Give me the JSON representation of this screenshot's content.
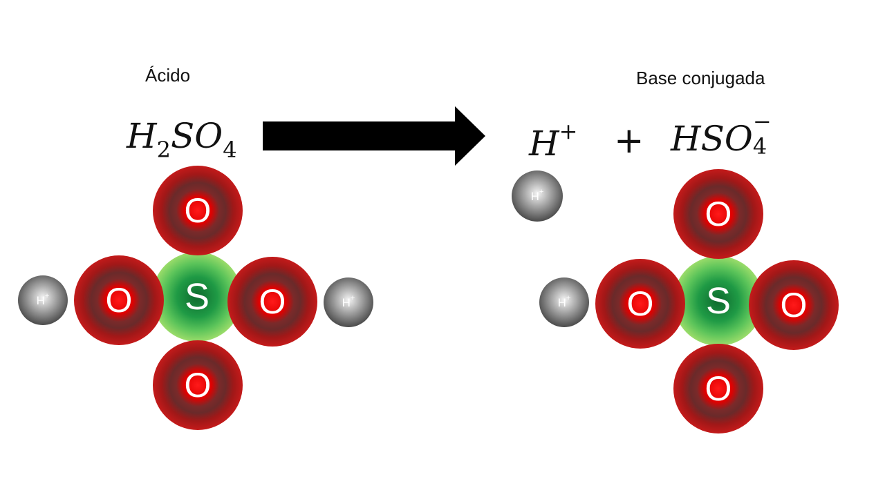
{
  "left": {
    "title": "Ácido",
    "formula": {
      "h": "H",
      "h_sub": "2",
      "s": "S",
      "o": "O",
      "o_sub": "4"
    }
  },
  "right": {
    "title": "Base conjugada",
    "proton": {
      "h": "H",
      "charge": "+"
    },
    "plus": "+",
    "ion": {
      "h": "H",
      "s": "S",
      "o": "O",
      "o_sub": "4",
      "charge": "−"
    }
  },
  "atoms": {
    "oxygen": "O",
    "sulfur": "S",
    "hydrogen": "H",
    "hydrogen_charge": "+"
  },
  "colors": {
    "oxygen_outer": "#b01515",
    "oxygen_ring": "#6e2a2a",
    "oxygen_core": "#e00000",
    "sulfur_outer": "#8fd45a",
    "sulfur_core": "#1a7a3a",
    "hydrogen_light": "#f2f2f2",
    "hydrogen_dark": "#5a5a5a",
    "arrow": "#000000"
  }
}
